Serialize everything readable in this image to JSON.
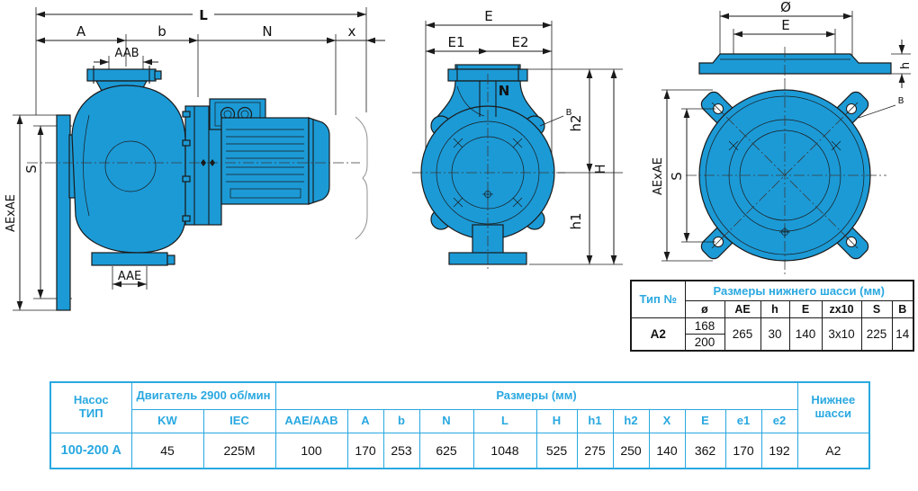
{
  "colors": {
    "pump_blue": "#1c9ad6",
    "accent_blue": "#29a8e0",
    "line": "#1a1a1a"
  },
  "drawings": {
    "side": {
      "L": "L",
      "A": "A",
      "b": "b",
      "N": "N",
      "x": "x",
      "AAB": "AAB",
      "AAE": "AAE",
      "AExAE": "AExAE",
      "S": "S"
    },
    "front": {
      "E": "E",
      "E1": "E1",
      "E2": "E2",
      "N": "N",
      "h2": "h2",
      "h1": "h1",
      "H": "H",
      "B": "B"
    },
    "base": {
      "dia": "Ø",
      "E": "E",
      "h": "h",
      "B": "B",
      "AExAE": "AExAE",
      "S": "S"
    }
  },
  "chassis_table": {
    "col_type": "Тип №",
    "title": "Размеры нижнего шасси (мм)",
    "columns": [
      "ø",
      "AE",
      "h",
      "E",
      "zx10",
      "S",
      "B"
    ],
    "row": {
      "type": "A2",
      "d1": "168",
      "d2": "200",
      "ae": "265",
      "h": "30",
      "e": "140",
      "zx10": "3x10",
      "s": "225",
      "b": "14"
    }
  },
  "main_table": {
    "pump_type_line1": "Насос",
    "pump_type_line2": "ТИП",
    "motor_header": "Двигатель 2900 об/мин",
    "col_kw": "KW",
    "col_iec": "IEC",
    "dims_header": "Размеры (мм)",
    "dim_columns": [
      "AAE/AAB",
      "A",
      "b",
      "N",
      "L",
      "H",
      "h1",
      "h2",
      "X",
      "E",
      "e1",
      "e2"
    ],
    "chassis_line1": "Нижнее",
    "chassis_line2": "шасси",
    "row": {
      "type": "100-200 A",
      "kw": "45",
      "iec": "225M",
      "dims": [
        "100",
        "170",
        "253",
        "625",
        "1048",
        "525",
        "275",
        "250",
        "140",
        "362",
        "170",
        "192"
      ],
      "chassis": "A2"
    }
  }
}
